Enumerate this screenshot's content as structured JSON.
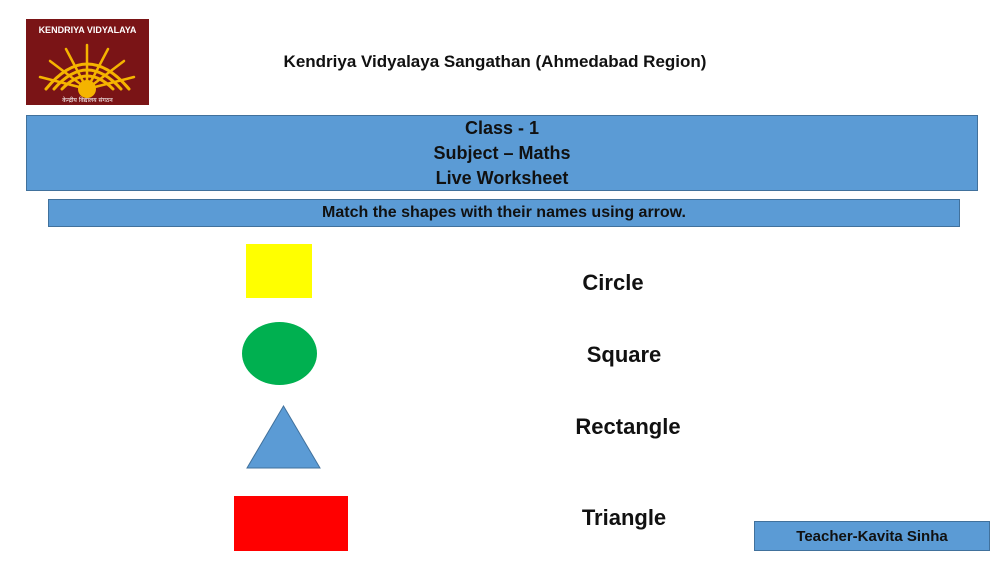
{
  "header": {
    "logo_text": "KENDRIYA VIDYALAYA",
    "logo_subtext": "केन्द्रीय विद्यालय संगठन",
    "org_title": "Kendriya Vidyalaya Sangathan (Ahmedabad Region)"
  },
  "banner": {
    "line1": "Class - 1",
    "line2": "Subject – Maths",
    "line3": "Live Worksheet"
  },
  "instruction": "Match the shapes with their names using arrow.",
  "shapes": [
    {
      "shape": "square",
      "color": "#ffff00"
    },
    {
      "shape": "circle",
      "color": "#00b050"
    },
    {
      "shape": "triangle",
      "color": "#5b9bd5"
    },
    {
      "shape": "rectangle",
      "color": "#ff0000"
    }
  ],
  "names": [
    "Circle",
    "Square",
    "Rectangle",
    "Triangle"
  ],
  "footer": {
    "teacher": "Teacher-Kavita Sinha"
  },
  "colors": {
    "banner_blue": "#5b9bd5",
    "logo_maroon": "#7a1416",
    "logo_gold": "#f5b400"
  }
}
